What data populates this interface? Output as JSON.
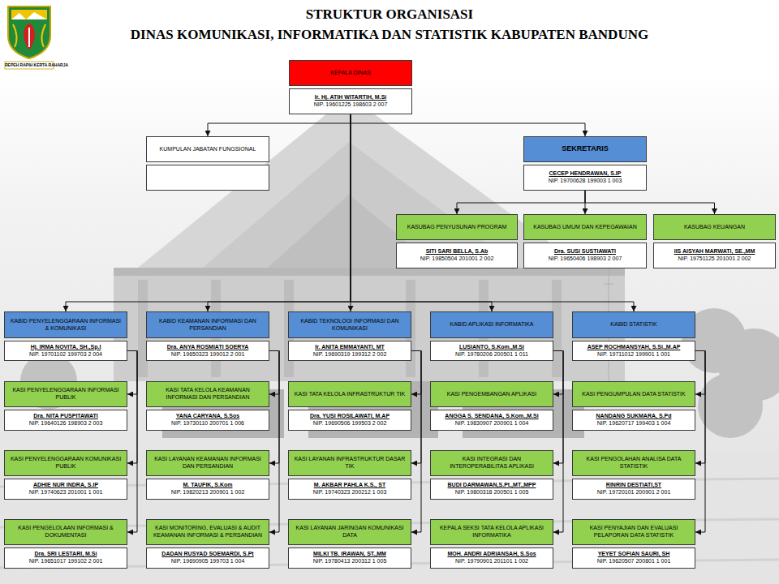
{
  "diagram": {
    "title": "STRUKTUR ORGANISASI",
    "nodes": [
      {
        "text": [
          "KEPALA DINAS",
          "Ir. Hj. ATIH WITARTIH, M.Si",
          "NIP. 19601225 198603 2 007"
        ]
      },
      {
        "text": [
          "KUMPULAN JABATAN FUNGSIONAL"
        ]
      },
      {
        "text": [
          "SEKRETARIS",
          "CECEP HENDRAWAN, S.IP",
          "NIP. 19700628 199003 1 003"
        ]
      },
      {
        "text": [
          "KASUBAG PENYUSUNAN PROGRAM",
          "SITI SARI BELLA, S.Ab",
          "NIP. 19850504 201001 2 002"
        ]
      },
      {
        "text": [
          "KASUBAG UMUM DAN KEPEGAWAIAN",
          "Dra. SUSI SUSTIAWATI",
          "NIP. 19650406 198903 2 007"
        ]
      },
      {
        "text": [
          "KASUBAG KEUANGAN",
          "IIS AISYAH MARWATI, SE.,MM",
          "NIP. 19751125 201001 2 002"
        ]
      },
      {
        "text": [
          "KABID PENYELENGGARAAN INFORMASI & KOMUNIKASI",
          "Hj. IRMA NOVITA, SH.,Sp.I",
          "NIP. 19701102 199703 2 004"
        ]
      },
      {
        "text": [
          "KABID KEAMANAN INFORMASI DAN PERSANDIAN",
          "Dra. ANYA ROSMIATI SOERYA",
          "NIP. 19650323 199012 2 001"
        ]
      },
      {
        "text": [
          "KABID TEKNOLOGI INFORMASI DAN KOMUNIKASI",
          "Ir. ANITA EMMAYANTI, MT",
          "NIP. 19690319 199312 2 002"
        ]
      },
      {
        "text": [
          "KABID APLIKASI INFORMATIKA",
          "LUSIANTO, S.Kom.,M.Si",
          "NIP. 19780206 200501 1 011"
        ]
      },
      {
        "text": [
          "KABID STATISTIK",
          "ASEP ROCHMANSYAH, S.Si.,M.AP",
          "NIP. 19711012 199901 1 001"
        ]
      },
      {
        "text": [
          "KASI PENYELENGGARAAN INFORMASI PUBLIK",
          "Dra. NITA PUSPITAWATI",
          "NIP. 19640126 198903 2 003"
        ]
      },
      {
        "text": [
          "KASI TATA KELOLA KEAMANAN INFORMASI DAN PERSANDIAN",
          "YANA CARYANA, S.Sos",
          "NIP. 19730110 200701 1 006"
        ]
      },
      {
        "text": [
          "KASI TATA KELOLA INFRASTRUKTUR TIK",
          "Dra. YUSI ROSILAWATI, M.AP",
          "NIP. 19690506 199503 2 002"
        ]
      },
      {
        "text": [
          "KASI PENGEMBANGAN APLIKASI",
          "ANGGA S. SENDANA, S.Kom.,M.Si",
          "NIP. 19830907 200901 1 004"
        ]
      },
      {
        "text": [
          "KASI PENGUMPULAN DATA STATISTIK",
          "NANDANG SUKMARA, S.Pd",
          "NIP. 19620717 199403 1 004"
        ]
      },
      {
        "text": [
          "KASI PENYELENGGARAAN KOMUNIKASI PUBLIK",
          "ADHIE NUR INDRA, S.IP",
          "NIP. 19740623 201001 1 001"
        ]
      },
      {
        "text": [
          "KASI LAYANAN KEAMANAN INFORMASI DAN PERSANDIAN",
          "M. TAUFIK, S.Kom",
          "NIP. 19820213 200901 1 002"
        ]
      },
      {
        "text": [
          "KASI LAYANAN INFRASTRUKTUR DASAR TIK",
          "M. AKBAR PAHLA K.S., ST",
          "NIP. 19740323 200212 1 003"
        ]
      },
      {
        "text": [
          "KASI INTEGRASI DAN INTEROPERABILITAS APLIKASI",
          "BUDI DARMAWAN,S.Pt.,MT.,MPP",
          "NIP. 19800318 200501 1 005"
        ]
      },
      {
        "text": [
          "KASI PENGOLAHAN ANALISA DATA STATISTIK",
          "RINRIN DESTIATI,ST",
          "NIP. 19720101 200901 2 001"
        ]
      },
      {
        "text": [
          "KASI PENGELOLAAN INFORMASI & DOKUMENTASI",
          "Dra. SRI LESTARI, M.Si",
          "NIP. 19651017 199102 2 001"
        ]
      },
      {
        "text": [
          "KASI MONITORING, EVALUASI & AUDIT KEAMANAN INFORMASI & PERSANDIAN",
          "DADAN RUSYAD SOEMARDI, S.Pt",
          "NIP. 19690905 199703 1 004"
        ]
      },
      {
        "text": [
          "KASI LAYANAN JARINGAN KOMUNIKASI DATA",
          "MILKI TB. IRAWAN, ST.,MM",
          "NIP. 19780413 200312 1 005"
        ]
      },
      {
        "text": [
          "KEPALA SEKSI TATA KELOLA APLIKASI INFORMATIKA",
          "MOH. ANDRI ADRIANSAH, S.Sos",
          "NIP. 19790901 201101 1 002"
        ]
      },
      {
        "text": [
          "KASI PENYAJIAN DAN EVALUASI PELAPORAN DATA STATISTIK",
          "YEYET SOFIAN SAURI, SH",
          "NIP. 19620507 200801 1 001"
        ]
      }
    ],
    "edges": [
      {
        "from": 0,
        "to": 1,
        "arrow": "to"
      },
      {
        "from": 0,
        "to": 2,
        "arrow": "to"
      },
      {
        "from": 2,
        "to": 3,
        "arrow": "to"
      },
      {
        "from": 2,
        "to": 4,
        "arrow": "to"
      },
      {
        "from": 2,
        "to": 5,
        "arrow": "to"
      },
      {
        "from": 0,
        "to": 6,
        "arrow": "to"
      },
      {
        "from": 0,
        "to": 7,
        "arrow": "to"
      },
      {
        "from": 0,
        "to": 8,
        "arrow": "to"
      },
      {
        "from": 0,
        "to": 9,
        "arrow": "to"
      },
      {
        "from": 0,
        "to": 10,
        "arrow": "to"
      },
      {
        "from": 6,
        "to": 11,
        "arrow": "to"
      },
      {
        "from": 6,
        "to": 16,
        "arrow": "to"
      },
      {
        "from": 6,
        "to": 21,
        "arrow": "to"
      },
      {
        "from": 7,
        "to": 12,
        "arrow": "to"
      },
      {
        "from": 7,
        "to": 17,
        "arrow": "to"
      },
      {
        "from": 7,
        "to": 22,
        "arrow": "to"
      },
      {
        "from": 8,
        "to": 13,
        "arrow": "to"
      },
      {
        "from": 8,
        "to": 18,
        "arrow": "to"
      },
      {
        "from": 8,
        "to": 23,
        "arrow": "to"
      },
      {
        "from": 9,
        "to": 14,
        "arrow": "to"
      },
      {
        "from": 9,
        "to": 19,
        "arrow": "to"
      },
      {
        "from": 9,
        "to": 24,
        "arrow": "to"
      },
      {
        "from": 10,
        "to": 15,
        "arrow": "to"
      },
      {
        "from": 10,
        "to": 20,
        "arrow": "to"
      },
      {
        "from": 10,
        "to": 25,
        "arrow": "to"
      }
    ],
    "labels": [
      "DINAS KOMUNIKASI, INFORMATIKA DAN STATISTIK KABUPATEN BANDUNG",
      "REPEH RAPIH KERTA RAHARJA"
    ]
  }
}
